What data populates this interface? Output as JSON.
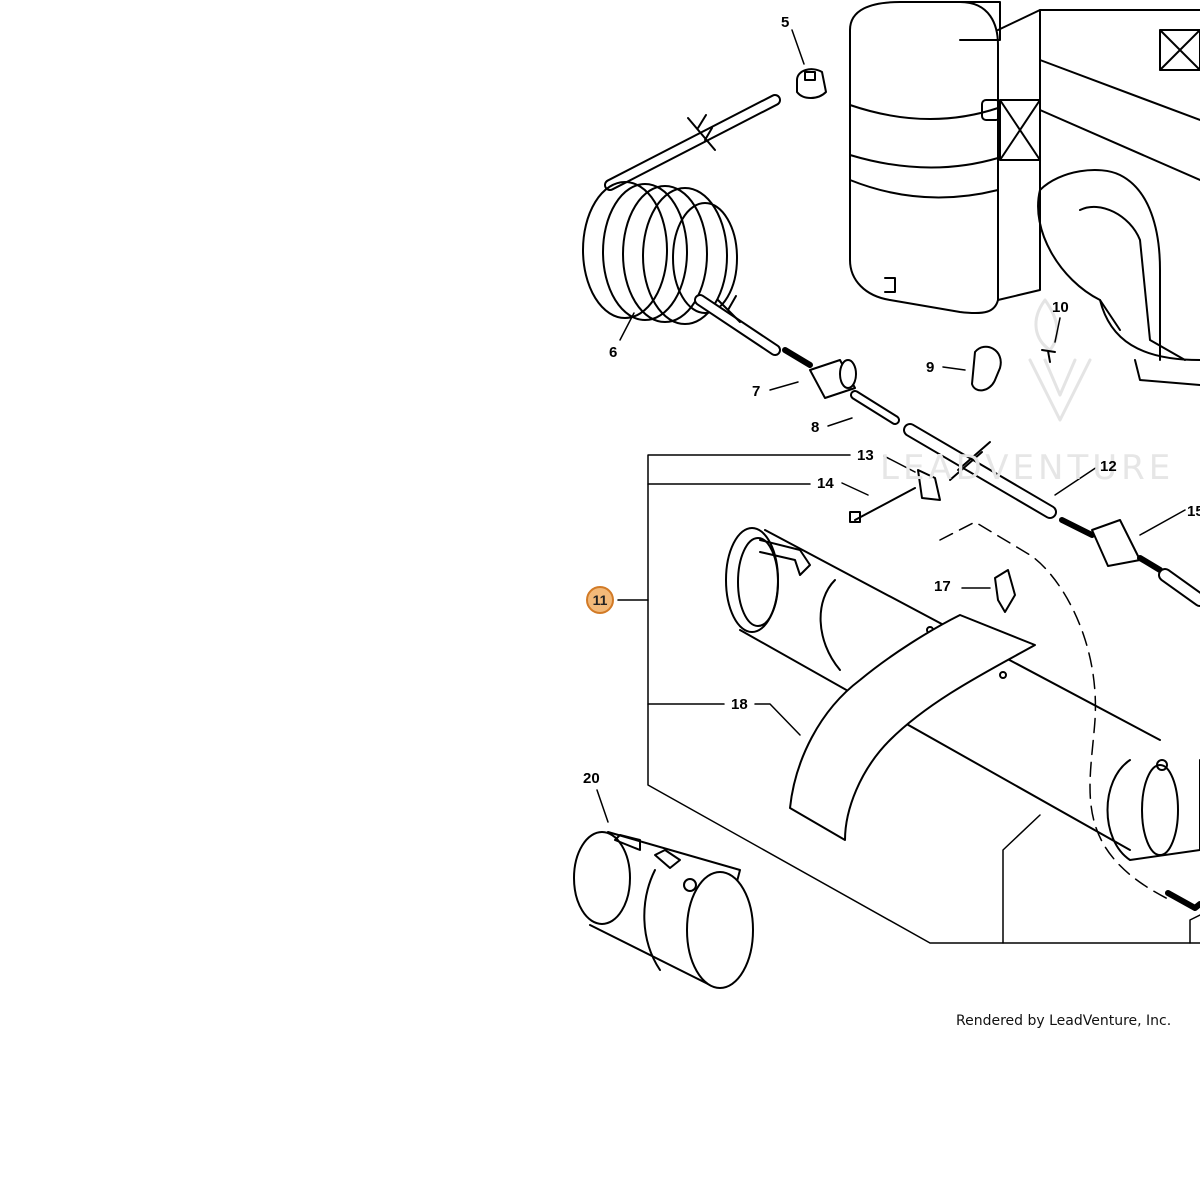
{
  "diagram": {
    "callouts": [
      {
        "id": "5",
        "text": "5"
      },
      {
        "id": "6",
        "text": "6"
      },
      {
        "id": "7",
        "text": "7"
      },
      {
        "id": "8",
        "text": "8"
      },
      {
        "id": "9",
        "text": "9"
      },
      {
        "id": "10",
        "text": "10"
      },
      {
        "id": "11",
        "text": "11",
        "highlighted": true
      },
      {
        "id": "12",
        "text": "12"
      },
      {
        "id": "13",
        "text": "13"
      },
      {
        "id": "14",
        "text": "14"
      },
      {
        "id": "15",
        "text": "15"
      },
      {
        "id": "17",
        "text": "17"
      },
      {
        "id": "18",
        "text": "18"
      },
      {
        "id": "20",
        "text": "20"
      }
    ],
    "credit": "Rendered by LeadVenture, Inc.",
    "watermark": "LEADVENTURE",
    "highlight_fill": "#f2b979",
    "highlight_border": "#d27a26"
  }
}
